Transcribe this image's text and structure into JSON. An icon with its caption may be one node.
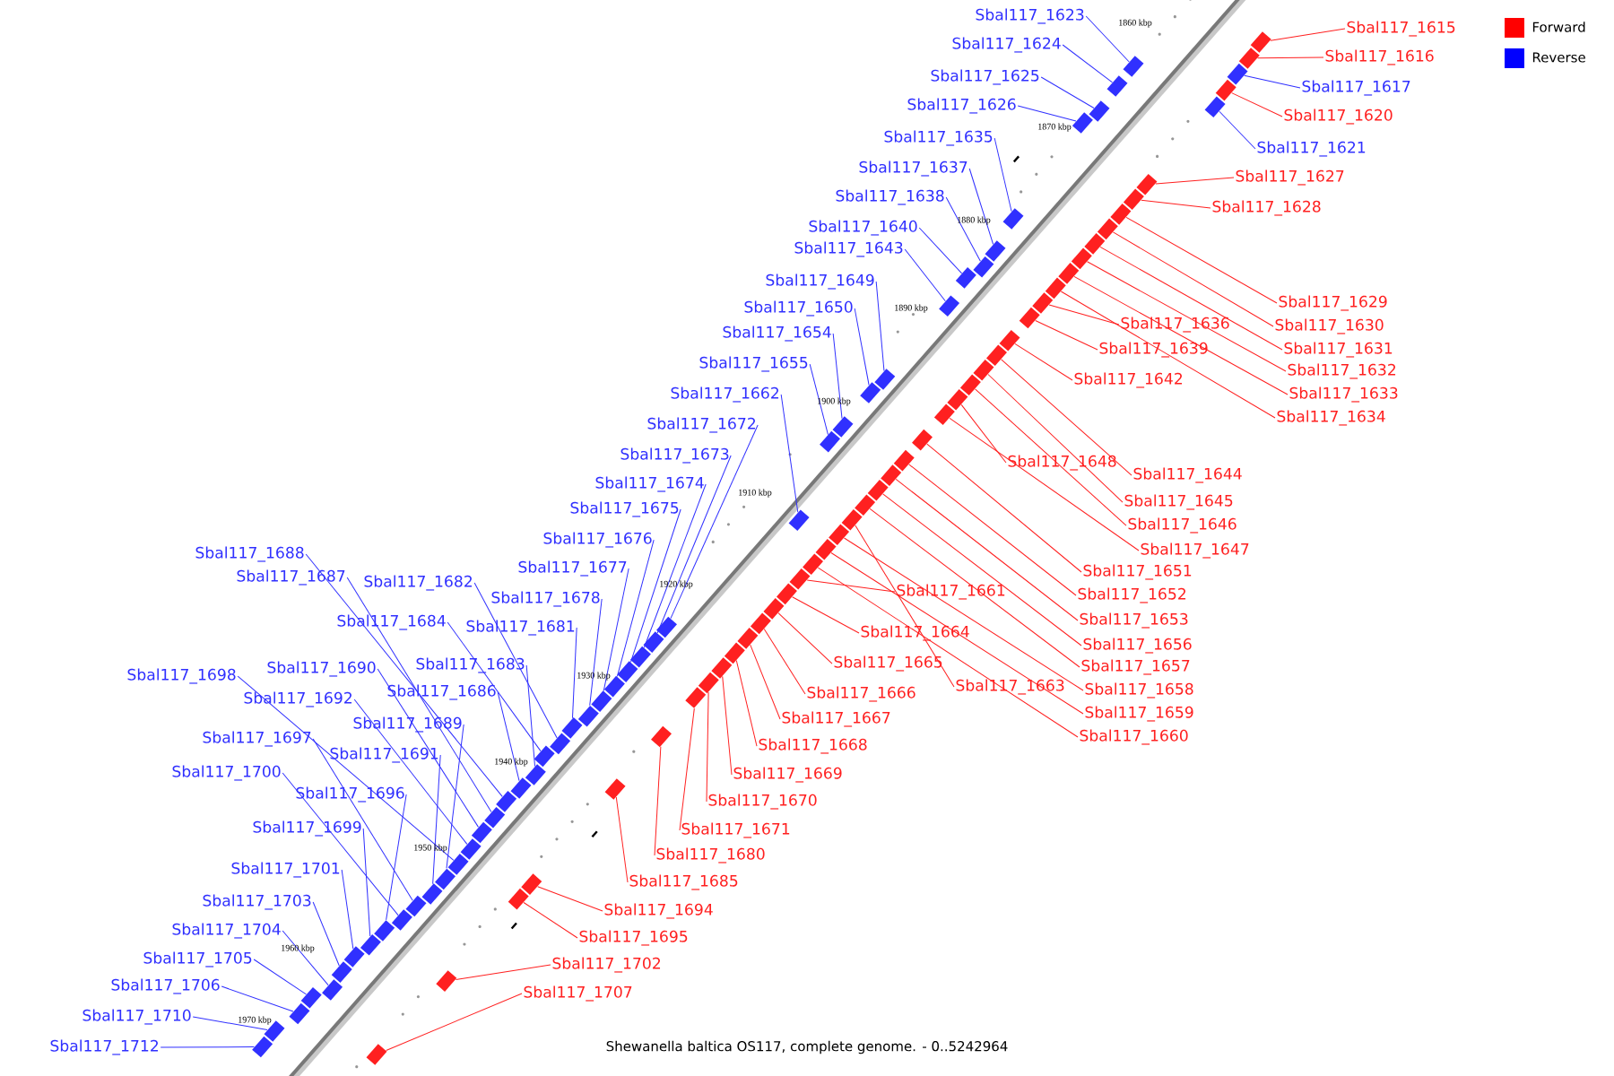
{
  "diagram": {
    "caption": "Shewanella baltica OS117, complete genome. - 0..5242964",
    "nodes": [
      {
        "text": [
          "Sbal117_1623"
        ]
      },
      {
        "text": [
          "Sbal117_1615"
        ]
      },
      {
        "text": [
          "Sbal117_1624"
        ]
      },
      {
        "text": [
          "Sbal117_1616"
        ]
      },
      {
        "text": [
          "Sbal117_1625"
        ]
      },
      {
        "text": [
          "Sbal117_1617"
        ]
      },
      {
        "text": [
          "Sbal117_1626"
        ]
      },
      {
        "text": [
          "Sbal117_1620"
        ]
      },
      {
        "text": [
          "Sbal117_1635"
        ]
      },
      {
        "text": [
          "Sbal117_1621"
        ]
      },
      {
        "text": [
          "Sbal117_1637"
        ]
      },
      {
        "text": [
          "Sbal117_1627"
        ]
      },
      {
        "text": [
          "Sbal117_1638"
        ]
      },
      {
        "text": [
          "Sbal117_1628"
        ]
      },
      {
        "text": [
          "Sbal117_1640"
        ]
      },
      {
        "text": [
          "Sbal117_1643"
        ]
      },
      {
        "text": [
          "Sbal117_1649"
        ]
      },
      {
        "text": [
          "Sbal117_1629"
        ]
      },
      {
        "text": [
          "Sbal117_1650"
        ]
      },
      {
        "text": [
          "Sbal117_1636"
        ]
      },
      {
        "text": [
          "Sbal117_1630"
        ]
      },
      {
        "text": [
          "Sbal117_1654"
        ]
      },
      {
        "text": [
          "Sbal117_1639"
        ]
      },
      {
        "text": [
          "Sbal117_1631"
        ]
      },
      {
        "text": [
          "Sbal117_1655"
        ]
      },
      {
        "text": [
          "Sbal117_1632"
        ]
      },
      {
        "text": [
          "Sbal117_1642"
        ]
      },
      {
        "text": [
          "Sbal117_1633"
        ]
      },
      {
        "text": [
          "Sbal117_1662"
        ]
      },
      {
        "text": [
          "Sbal117_1634"
        ]
      },
      {
        "text": [
          "Sbal117_1672"
        ]
      },
      {
        "text": [
          "Sbal117_1673"
        ]
      },
      {
        "text": [
          "Sbal117_1648"
        ]
      },
      {
        "text": [
          "Sbal117_1644"
        ]
      },
      {
        "text": [
          "Sbal117_1674"
        ]
      },
      {
        "text": [
          "Sbal117_1645"
        ]
      },
      {
        "text": [
          "Sbal117_1675"
        ]
      },
      {
        "text": [
          "Sbal117_1646"
        ]
      },
      {
        "text": [
          "Sbal117_1676"
        ]
      },
      {
        "text": [
          "Sbal117_1647"
        ]
      },
      {
        "text": [
          "Sbal117_1688"
        ]
      },
      {
        "text": [
          "Sbal117_1677"
        ]
      },
      {
        "text": [
          "Sbal117_1651"
        ]
      },
      {
        "text": [
          "Sbal117_1687"
        ]
      },
      {
        "text": [
          "Sbal117_1682"
        ]
      },
      {
        "text": [
          "Sbal117_1661"
        ]
      },
      {
        "text": [
          "Sbal117_1652"
        ]
      },
      {
        "text": [
          "Sbal117_1678"
        ]
      },
      {
        "text": [
          "Sbal117_1653"
        ]
      },
      {
        "text": [
          "Sbal117_1684"
        ]
      },
      {
        "text": [
          "Sbal117_1681"
        ]
      },
      {
        "text": [
          "Sbal117_1664"
        ]
      },
      {
        "text": [
          "Sbal117_1656"
        ]
      },
      {
        "text": [
          "Sbal117_1665"
        ]
      },
      {
        "text": [
          "Sbal117_1683"
        ]
      },
      {
        "text": [
          "Sbal117_1657"
        ]
      },
      {
        "text": [
          "Sbal117_1690"
        ]
      },
      {
        "text": [
          "Sbal117_1698"
        ]
      },
      {
        "text": [
          "Sbal117_1663"
        ]
      },
      {
        "text": [
          "Sbal117_1658"
        ]
      },
      {
        "text": [
          "Sbal117_1686"
        ]
      },
      {
        "text": [
          "Sbal117_1666"
        ]
      },
      {
        "text": [
          "Sbal117_1692"
        ]
      },
      {
        "text": [
          "Sbal117_1659"
        ]
      },
      {
        "text": [
          "Sbal117_1667"
        ]
      },
      {
        "text": [
          "Sbal117_1689"
        ]
      },
      {
        "text": [
          "Sbal117_1660"
        ]
      },
      {
        "text": [
          "Sbal117_1697"
        ]
      },
      {
        "text": [
          "Sbal117_1668"
        ]
      },
      {
        "text": [
          "Sbal117_1691"
        ]
      },
      {
        "text": [
          "Sbal117_1700"
        ]
      },
      {
        "text": [
          "Sbal117_1669"
        ]
      },
      {
        "text": [
          "Sbal117_1696"
        ]
      },
      {
        "text": [
          "Sbal117_1670"
        ]
      },
      {
        "text": [
          "Sbal117_1699"
        ]
      },
      {
        "text": [
          "Sbal117_1671"
        ]
      },
      {
        "text": [
          "Sbal117_1680"
        ]
      },
      {
        "text": [
          "Sbal117_1701"
        ]
      },
      {
        "text": [
          "Sbal117_1685"
        ]
      },
      {
        "text": [
          "Sbal117_1703"
        ]
      },
      {
        "text": [
          "Sbal117_1694"
        ]
      },
      {
        "text": [
          "Sbal117_1704"
        ]
      },
      {
        "text": [
          "Sbal117_1695"
        ]
      },
      {
        "text": [
          "Sbal117_1705"
        ]
      },
      {
        "text": [
          "Sbal117_1702"
        ]
      },
      {
        "text": [
          "Sbal117_1706"
        ]
      },
      {
        "text": [
          "Sbal117_1707"
        ]
      },
      {
        "text": [
          "Sbal117_1710"
        ]
      },
      {
        "text": [
          "Sbal117_1712"
        ]
      },
      {
        "text": [],
        "shape": "box"
      },
      {
        "text": [],
        "shape": "box"
      },
      {
        "text": [],
        "shape": "box"
      },
      {
        "text": [],
        "shape": "box"
      },
      {
        "text": [],
        "shape": "box"
      },
      {
        "text": [],
        "shape": "box"
      },
      {
        "text": [],
        "shape": "box"
      },
      {
        "text": [],
        "shape": "box"
      },
      {
        "text": [],
        "shape": "box"
      },
      {
        "text": [],
        "shape": "box"
      },
      {
        "text": [],
        "shape": "box"
      },
      {
        "text": [],
        "shape": "box"
      },
      {
        "text": [],
        "shape": "box"
      },
      {
        "text": [],
        "shape": "box"
      },
      {
        "text": [],
        "shape": "box"
      },
      {
        "text": [],
        "shape": "box"
      },
      {
        "text": [],
        "shape": "box"
      },
      {
        "text": [],
        "shape": "box"
      },
      {
        "text": [],
        "shape": "box"
      },
      {
        "text": [],
        "shape": "box"
      },
      {
        "text": [],
        "shape": "box"
      },
      {
        "text": [],
        "shape": "box"
      },
      {
        "text": [],
        "shape": "box"
      },
      {
        "text": [],
        "shape": "box"
      },
      {
        "text": [],
        "shape": "box"
      },
      {
        "text": [],
        "shape": "box"
      },
      {
        "text": [],
        "shape": "box"
      },
      {
        "text": [],
        "shape": "box"
      },
      {
        "text": [],
        "shape": "box"
      },
      {
        "text": [],
        "shape": "box"
      },
      {
        "text": [],
        "shape": "box"
      },
      {
        "text": [],
        "shape": "box"
      },
      {
        "text": [],
        "shape": "box"
      },
      {
        "text": [],
        "shape": "box"
      },
      {
        "text": [],
        "shape": "box"
      },
      {
        "text": [],
        "shape": "box"
      },
      {
        "text": [],
        "shape": "box"
      },
      {
        "text": [],
        "shape": "box"
      },
      {
        "text": [],
        "shape": "box"
      },
      {
        "text": [],
        "shape": "box"
      },
      {
        "text": [],
        "shape": "box"
      },
      {
        "text": [],
        "shape": "box"
      },
      {
        "text": [],
        "shape": "box"
      },
      {
        "text": [],
        "shape": "box"
      },
      {
        "text": [],
        "shape": "box"
      },
      {
        "text": [],
        "shape": "box"
      },
      {
        "text": [],
        "shape": "box"
      },
      {
        "text": [],
        "shape": "box"
      },
      {
        "text": [],
        "shape": "box"
      },
      {
        "text": [],
        "shape": "box"
      },
      {
        "text": [],
        "shape": "box"
      },
      {
        "text": [],
        "shape": "box"
      },
      {
        "text": [],
        "shape": "box"
      },
      {
        "text": [],
        "shape": "box"
      },
      {
        "text": [],
        "shape": "box"
      },
      {
        "text": [],
        "shape": "box"
      },
      {
        "text": [],
        "shape": "box"
      },
      {
        "text": [],
        "shape": "box"
      },
      {
        "text": [],
        "shape": "box"
      },
      {
        "text": [],
        "shape": "box"
      },
      {
        "text": [],
        "shape": "box"
      },
      {
        "text": [],
        "shape": "box"
      },
      {
        "text": [],
        "shape": "box"
      },
      {
        "text": [],
        "shape": "box"
      },
      {
        "text": [],
        "shape": "box"
      },
      {
        "text": [],
        "shape": "box"
      },
      {
        "text": [],
        "shape": "box"
      },
      {
        "text": [],
        "shape": "box"
      },
      {
        "text": [],
        "shape": "box"
      },
      {
        "text": [],
        "shape": "box"
      },
      {
        "text": [],
        "shape": "box"
      },
      {
        "text": [],
        "shape": "box"
      },
      {
        "text": [],
        "shape": "box"
      },
      {
        "text": [],
        "shape": "box"
      },
      {
        "text": [],
        "shape": "box"
      },
      {
        "text": [],
        "shape": "box"
      },
      {
        "text": [],
        "shape": "box"
      },
      {
        "text": [],
        "shape": "box"
      },
      {
        "text": [],
        "shape": "box"
      },
      {
        "text": [],
        "shape": "box"
      },
      {
        "text": [],
        "shape": "box"
      },
      {
        "text": [],
        "shape": "box"
      },
      {
        "text": [],
        "shape": "box"
      },
      {
        "text": [],
        "shape": "box"
      },
      {
        "text": [],
        "shape": "box"
      },
      {
        "text": [],
        "shape": "box"
      },
      {
        "text": [],
        "shape": "box"
      },
      {
        "text": [],
        "shape": "box"
      },
      {
        "text": [],
        "shape": "box"
      }
    ],
    "edges": [
      {
        "from": 0,
        "to": 89,
        "arrow": "none"
      },
      {
        "from": 1,
        "to": 90,
        "arrow": "none",
        "color": "#ff2020"
      },
      {
        "from": 2,
        "to": 91,
        "arrow": "none"
      },
      {
        "from": 3,
        "to": 92,
        "arrow": "none",
        "color": "#ff2020"
      },
      {
        "from": 4,
        "to": 93,
        "arrow": "none"
      },
      {
        "from": 5,
        "to": 94,
        "arrow": "none"
      },
      {
        "from": 6,
        "to": 95,
        "arrow": "none"
      },
      {
        "from": 7,
        "to": 96,
        "arrow": "none",
        "color": "#ff2020"
      },
      {
        "from": 8,
        "to": 97,
        "arrow": "none"
      },
      {
        "from": 9,
        "to": 98,
        "arrow": "none"
      },
      {
        "from": 10,
        "to": 99,
        "arrow": "none"
      },
      {
        "from": 11,
        "to": 100,
        "arrow": "none",
        "color": "#ff2020"
      },
      {
        "from": 12,
        "to": 101,
        "arrow": "none"
      },
      {
        "from": 13,
        "to": 102,
        "arrow": "none",
        "color": "#ff2020"
      },
      {
        "from": 14,
        "to": 103,
        "arrow": "none"
      },
      {
        "from": 15,
        "to": 104,
        "arrow": "none"
      },
      {
        "from": 16,
        "to": 105,
        "arrow": "none"
      },
      {
        "from": 17,
        "to": 106,
        "arrow": "none",
        "color": "#ff2020"
      },
      {
        "from": 18,
        "to": 107,
        "arrow": "none"
      },
      {
        "from": 19,
        "to": 108,
        "arrow": "none",
        "color": "#ff2020"
      },
      {
        "from": 20,
        "to": 109,
        "arrow": "none",
        "color": "#ff2020"
      },
      {
        "from": 21,
        "to": 110,
        "arrow": "none"
      },
      {
        "from": 22,
        "to": 111,
        "arrow": "none",
        "color": "#ff2020"
      },
      {
        "from": 23,
        "to": 112,
        "arrow": "none",
        "color": "#ff2020"
      },
      {
        "from": 24,
        "to": 113,
        "arrow": "none"
      },
      {
        "from": 25,
        "to": 114,
        "arrow": "none",
        "color": "#ff2020"
      },
      {
        "from": 26,
        "to": 115,
        "arrow": "none",
        "color": "#ff2020"
      },
      {
        "from": 27,
        "to": 116,
        "arrow": "none",
        "color": "#ff2020"
      },
      {
        "from": 28,
        "to": 117,
        "arrow": "none"
      },
      {
        "from": 29,
        "to": 118,
        "arrow": "none",
        "color": "#ff2020"
      },
      {
        "from": 30,
        "to": 119,
        "arrow": "none"
      },
      {
        "from": 31,
        "to": 120,
        "arrow": "none"
      },
      {
        "from": 32,
        "to": 121,
        "arrow": "none",
        "color": "#ff2020"
      },
      {
        "from": 33,
        "to": 122,
        "arrow": "none",
        "color": "#ff2020"
      },
      {
        "from": 34,
        "to": 123,
        "arrow": "none"
      },
      {
        "from": 35,
        "to": 124,
        "arrow": "none",
        "color": "#ff2020"
      },
      {
        "from": 36,
        "to": 125,
        "arrow": "none"
      },
      {
        "from": 37,
        "to": 126,
        "arrow": "none",
        "color": "#ff2020"
      },
      {
        "from": 38,
        "to": 127,
        "arrow": "none"
      },
      {
        "from": 39,
        "to": 128,
        "arrow": "none",
        "color": "#ff2020"
      },
      {
        "from": 40,
        "to": 129,
        "arrow": "none"
      },
      {
        "from": 41,
        "to": 130,
        "arrow": "none"
      },
      {
        "from": 42,
        "to": 131,
        "arrow": "none",
        "color": "#ff2020"
      },
      {
        "from": 43,
        "to": 132,
        "arrow": "none"
      },
      {
        "from": 44,
        "to": 133,
        "arrow": "none"
      },
      {
        "from": 45,
        "to": 134,
        "arrow": "none",
        "color": "#ff2020"
      },
      {
        "from": 46,
        "to": 135,
        "arrow": "none",
        "color": "#ff2020"
      },
      {
        "from": 47,
        "to": 136,
        "arrow": "none"
      },
      {
        "from": 48,
        "to": 137,
        "arrow": "none",
        "color": "#ff2020"
      },
      {
        "from": 49,
        "to": 138,
        "arrow": "none"
      },
      {
        "from": 50,
        "to": 139,
        "arrow": "none"
      },
      {
        "from": 51,
        "to": 140,
        "arrow": "none",
        "color": "#ff2020"
      },
      {
        "from": 52,
        "to": 141,
        "arrow": "none",
        "color": "#ff2020"
      },
      {
        "from": 53,
        "to": 142,
        "arrow": "none",
        "color": "#ff2020"
      },
      {
        "from": 54,
        "to": 143,
        "arrow": "none"
      },
      {
        "from": 55,
        "to": 144,
        "arrow": "none",
        "color": "#ff2020"
      },
      {
        "from": 56,
        "to": 145,
        "arrow": "none"
      },
      {
        "from": 57,
        "to": 146,
        "arrow": "none"
      },
      {
        "from": 58,
        "to": 147,
        "arrow": "none",
        "color": "#ff2020"
      },
      {
        "from": 59,
        "to": 148,
        "arrow": "none",
        "color": "#ff2020"
      },
      {
        "from": 60,
        "to": 149,
        "arrow": "none"
      },
      {
        "from": 61,
        "to": 150,
        "arrow": "none",
        "color": "#ff2020"
      },
      {
        "from": 62,
        "to": 151,
        "arrow": "none"
      },
      {
        "from": 63,
        "to": 152,
        "arrow": "none",
        "color": "#ff2020"
      },
      {
        "from": 64,
        "to": 153,
        "arrow": "none",
        "color": "#ff2020"
      },
      {
        "from": 65,
        "to": 154,
        "arrow": "none"
      },
      {
        "from": 66,
        "to": 155,
        "arrow": "none",
        "color": "#ff2020"
      },
      {
        "from": 67,
        "to": 156,
        "arrow": "none"
      },
      {
        "from": 68,
        "to": 157,
        "arrow": "none",
        "color": "#ff2020"
      },
      {
        "from": 69,
        "to": 158,
        "arrow": "none"
      },
      {
        "from": 70,
        "to": 159,
        "arrow": "none"
      },
      {
        "from": 71,
        "to": 160,
        "arrow": "none",
        "color": "#ff2020"
      },
      {
        "from": 72,
        "to": 161,
        "arrow": "none"
      },
      {
        "from": 73,
        "to": 162,
        "arrow": "none",
        "color": "#ff2020"
      },
      {
        "from": 74,
        "to": 163,
        "arrow": "none"
      },
      {
        "from": 75,
        "to": 164,
        "arrow": "none",
        "color": "#ff2020"
      },
      {
        "from": 76,
        "to": 165,
        "arrow": "none",
        "color": "#ff2020"
      },
      {
        "from": 77,
        "to": 166,
        "arrow": "none"
      },
      {
        "from": 78,
        "to": 167,
        "arrow": "none",
        "color": "#ff2020"
      },
      {
        "from": 79,
        "to": 168,
        "arrow": "none"
      },
      {
        "from": 80,
        "to": 169,
        "arrow": "none",
        "color": "#ff2020"
      },
      {
        "from": 81,
        "to": 170,
        "arrow": "none"
      },
      {
        "from": 82,
        "to": 171,
        "arrow": "none",
        "color": "#ff2020"
      },
      {
        "from": 83,
        "to": 172,
        "arrow": "none"
      },
      {
        "from": 84,
        "to": 173,
        "arrow": "none",
        "color": "#ff2020"
      },
      {
        "from": 85,
        "to": 174,
        "arrow": "none"
      },
      {
        "from": 86,
        "to": 175,
        "arrow": "none",
        "color": "#ff2020"
      },
      {
        "from": 87,
        "to": 176,
        "arrow": "none"
      },
      {
        "from": 88,
        "to": 177,
        "arrow": "none"
      }
    ],
    "labels": [
      "1860 kbp",
      "1870 kbp",
      "1880 kbp",
      "1890 kbp",
      "1900 kbp",
      "1910 kbp",
      "1920 kbp",
      "1930 kbp",
      "1940 kbp",
      "1950 kbp",
      "1960 kbp",
      "1970 kbp"
    ],
    "legend": [
      {
        "text": "Forward",
        "color": "#ff0000"
      },
      {
        "text": "Reverse",
        "color": "#0000ff"
      }
    ]
  }
}
